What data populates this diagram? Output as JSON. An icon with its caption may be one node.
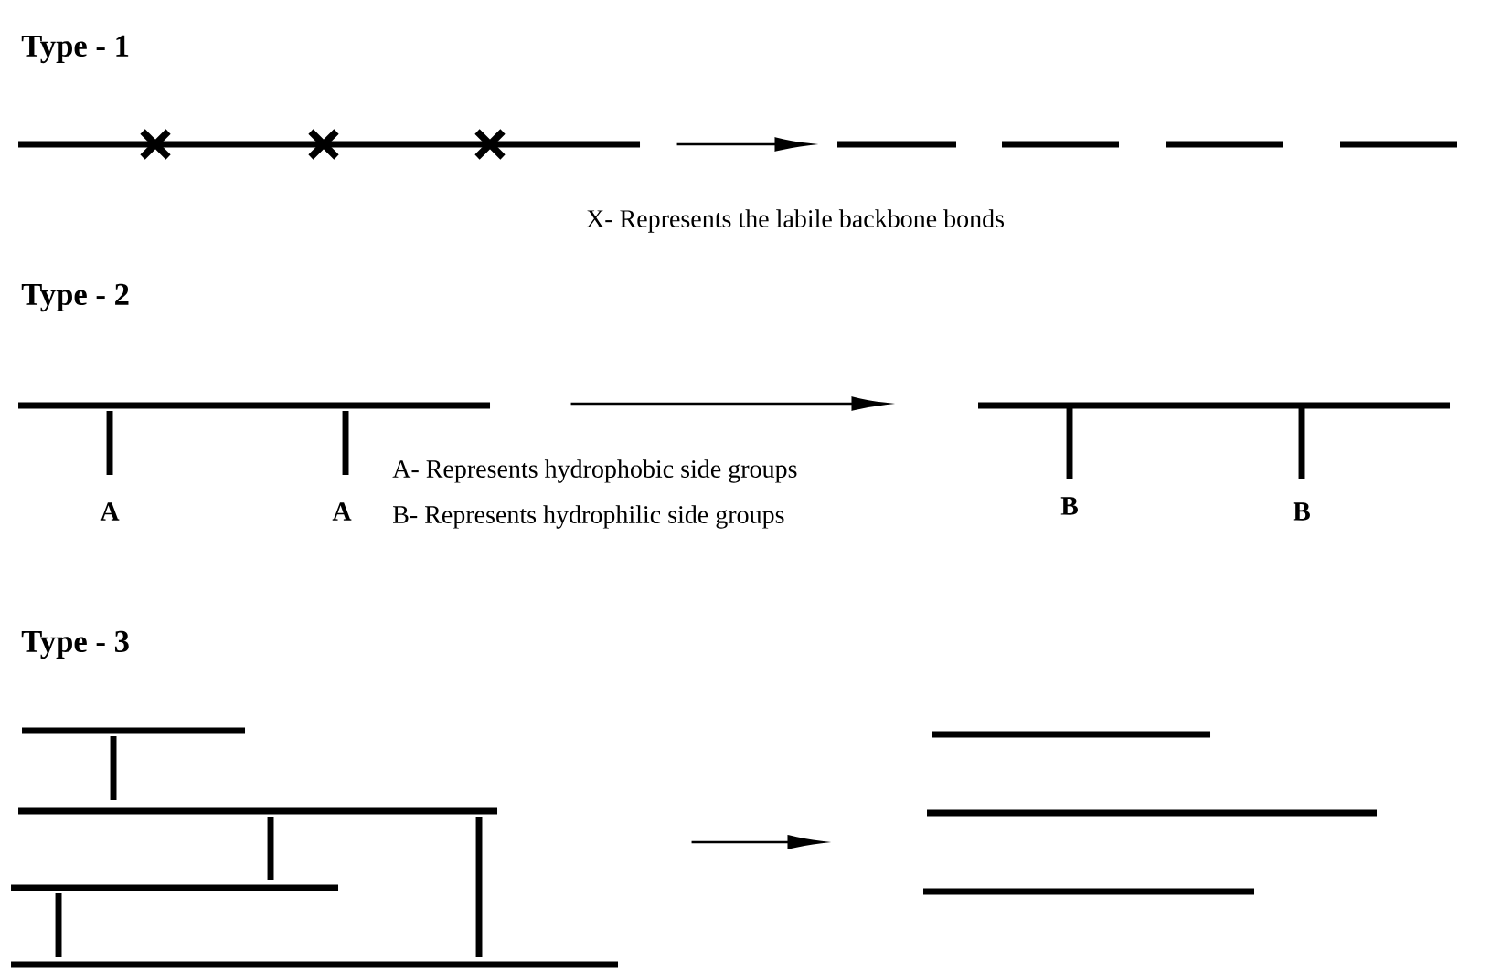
{
  "diagram": {
    "nodes": [
      {
        "text": [],
        "shape": "picture"
      },
      {
        "text": [],
        "shape": "picture"
      },
      {
        "text": [],
        "shape": "picture",
        "beside": [
          "A",
          "A"
        ]
      },
      {
        "text": [],
        "shape": "picture",
        "beside": [
          "B",
          "B"
        ]
      },
      {
        "text": [],
        "shape": "picture"
      },
      {
        "text": [],
        "shape": "picture"
      }
    ],
    "edges": [
      {
        "from": 0,
        "to": 1,
        "arrow": "to"
      },
      {
        "from": 2,
        "to": 3,
        "arrow": "to"
      },
      {
        "from": 4,
        "to": 5,
        "arrow": "to"
      }
    ],
    "labels": [
      "Type - 1",
      "X- Represents the labile backbone bonds",
      "Type - 2",
      "A- Represents hydrophobic side groups",
      "B- Represents hydrophilic side groups",
      "Type - 3"
    ]
  }
}
